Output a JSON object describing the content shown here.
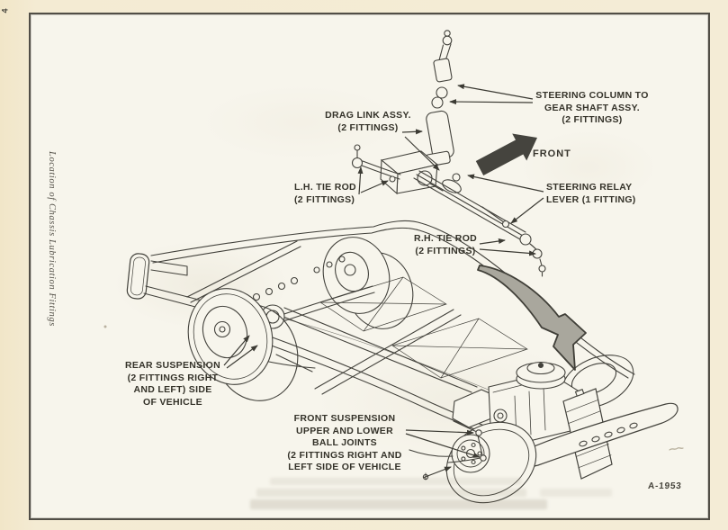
{
  "page": {
    "page_number": "4",
    "side_caption": "Location of Chassis Lubrication Fittings",
    "figure_number": "A-1953"
  },
  "diagram": {
    "front_direction_label": "FRONT",
    "callouts": {
      "steering_column": {
        "lines": [
          "STEERING COLUMN TO",
          "GEAR SHAFT ASSY.",
          "(2 FITTINGS)"
        ]
      },
      "drag_link": {
        "lines": [
          "DRAG LINK ASSY.",
          "(2 FITTINGS)"
        ]
      },
      "lh_tie_rod": {
        "lines": [
          "L.H. TIE ROD",
          "(2 FITTINGS)"
        ]
      },
      "steering_relay": {
        "lines": [
          "STEERING RELAY",
          "LEVER (1 FITTING)"
        ]
      },
      "rh_tie_rod": {
        "lines": [
          "R.H. TIE ROD",
          "(2 FITTINGS)"
        ]
      },
      "rear_suspension": {
        "lines": [
          "REAR SUSPENSION",
          "(2 FITTINGS RIGHT",
          "AND LEFT) SIDE",
          "OF VEHICLE"
        ]
      },
      "front_suspension": {
        "lines": [
          "FRONT SUSPENSION",
          "UPPER AND LOWER",
          "BALL JOINTS",
          "(2 FITTINGS RIGHT AND",
          "LEFT SIDE OF VEHICLE"
        ]
      }
    },
    "colors": {
      "paper": "#f3e9cf",
      "panel": "#f7f5ec",
      "ink": "#43423c",
      "arrow_gray": "#a9a79d"
    }
  }
}
